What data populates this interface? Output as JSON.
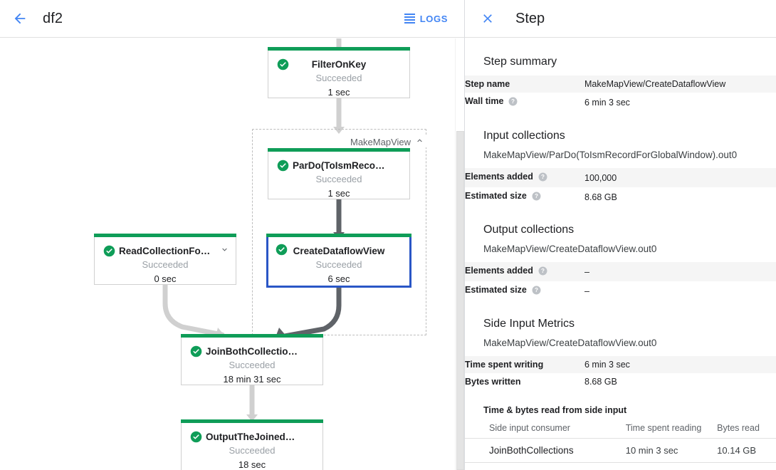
{
  "left": {
    "back_icon": "arrow-back-icon",
    "job_title": "df2",
    "logs_label": "LOGS",
    "logs_icon": "logs-list-icon",
    "group": {
      "label": "MakeMapView",
      "chevron_icon": "chevron-up-icon"
    },
    "nodes": [
      {
        "id": "FilterOnKey",
        "title": "FilterOnKey",
        "status": "Succeeded",
        "time": "1 sec",
        "status_icon": "check-circle-icon",
        "selected": false,
        "chevron": false
      },
      {
        "id": "ParDoToIsm",
        "title": "ParDo(ToIsmRecordFor…",
        "status": "Succeeded",
        "time": "1 sec",
        "status_icon": "check-circle-icon",
        "selected": false,
        "chevron": false
      },
      {
        "id": "CreateDataflowView",
        "title": "CreateDataflowView",
        "status": "Succeeded",
        "time": "6 sec",
        "status_icon": "check-circle-icon",
        "selected": true,
        "chevron": false
      },
      {
        "id": "ReadCollectionForJoin",
        "title": "ReadCollectionForJoin",
        "status": "Succeeded",
        "time": "0 sec",
        "status_icon": "check-circle-icon",
        "selected": false,
        "chevron": true,
        "chevron_icon": "chevron-down-icon"
      },
      {
        "id": "JoinBothCollections",
        "title": "JoinBothCollections",
        "status": "Succeeded",
        "time": "18 min 31 sec",
        "status_icon": "check-circle-icon",
        "selected": false,
        "chevron": false
      },
      {
        "id": "OutputTheJoinedCollection",
        "title": "OutputTheJoinedCollec…",
        "status": "Succeeded",
        "time": "18 sec",
        "status_icon": "check-circle-icon",
        "selected": false,
        "chevron": false
      }
    ],
    "colors": {
      "success_green": "#0f9d58",
      "selected_blue": "#2a56c6",
      "edge_light": "#d0d0d0",
      "edge_dark": "#5f6368",
      "link_blue": "#4285f4"
    }
  },
  "right": {
    "close_icon": "close-icon",
    "title": "Step",
    "help_icon": "help-circle-icon",
    "step_summary": {
      "heading": "Step summary",
      "rows": [
        {
          "key": "Step name",
          "value": "MakeMapView/CreateDataflowView",
          "help": false
        },
        {
          "key": "Wall time",
          "value": "6 min 3 sec",
          "help": true
        }
      ]
    },
    "input_collections": {
      "heading": "Input collections",
      "name": "MakeMapView/ParDo(ToIsmRecordForGlobalWindow).out0",
      "rows": [
        {
          "key": "Elements added",
          "value": "100,000",
          "help": true
        },
        {
          "key": "Estimated size",
          "value": "8.68 GB",
          "help": true
        }
      ]
    },
    "output_collections": {
      "heading": "Output collections",
      "name": "MakeMapView/CreateDataflowView.out0",
      "rows": [
        {
          "key": "Elements added",
          "value": "–",
          "help": true
        },
        {
          "key": "Estimated size",
          "value": "–",
          "help": true
        }
      ]
    },
    "side_input_metrics": {
      "heading": "Side Input Metrics",
      "name": "MakeMapView/CreateDataflowView.out0",
      "rows": [
        {
          "key": "Time spent writing",
          "value": "6 min 3 sec",
          "help": false
        },
        {
          "key": "Bytes written",
          "value": "8.68 GB",
          "help": false
        }
      ]
    },
    "side_input_table": {
      "title": "Time & bytes read from side input",
      "columns": [
        "Side input consumer",
        "Time spent reading",
        "Bytes read"
      ],
      "rows": [
        [
          "JoinBothCollections",
          "10 min 3 sec",
          "10.14 GB"
        ]
      ]
    }
  }
}
